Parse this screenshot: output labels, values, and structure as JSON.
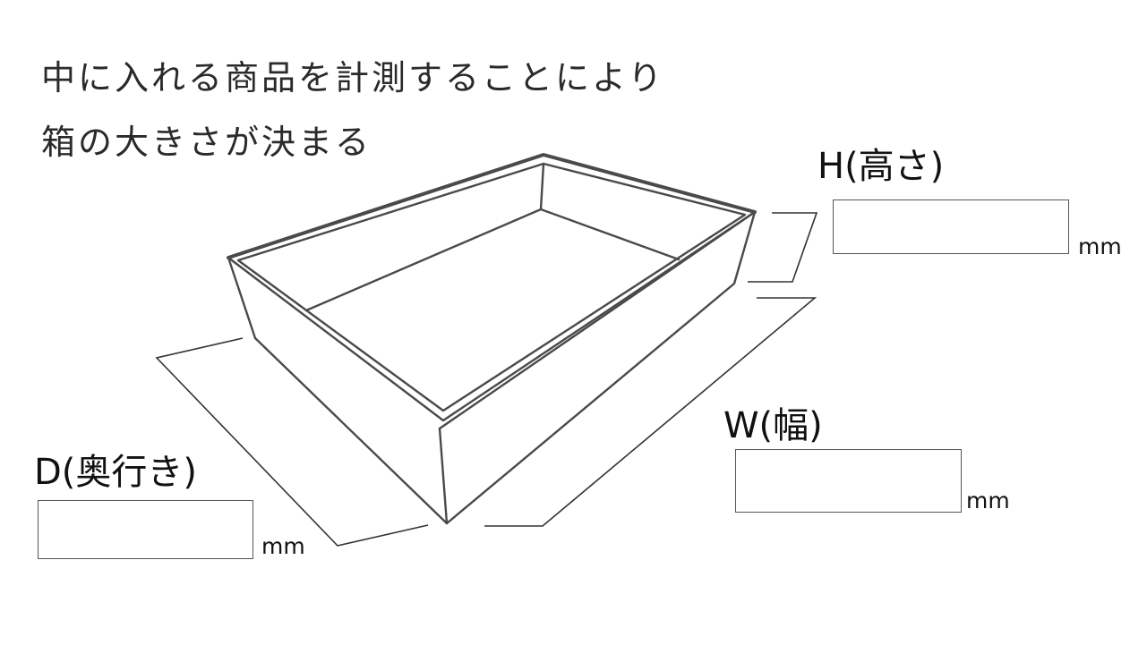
{
  "instructions": {
    "line1": "中に入れる商品を計測することにより",
    "line2": "箱の大きさが決まる"
  },
  "dimensions": {
    "height": {
      "label": "H(高さ)",
      "unit": "mm",
      "value": ""
    },
    "width": {
      "label": "W(幅)",
      "unit": "mm",
      "value": ""
    },
    "depth": {
      "label": "D(奥行き)",
      "unit": "mm",
      "value": ""
    }
  }
}
